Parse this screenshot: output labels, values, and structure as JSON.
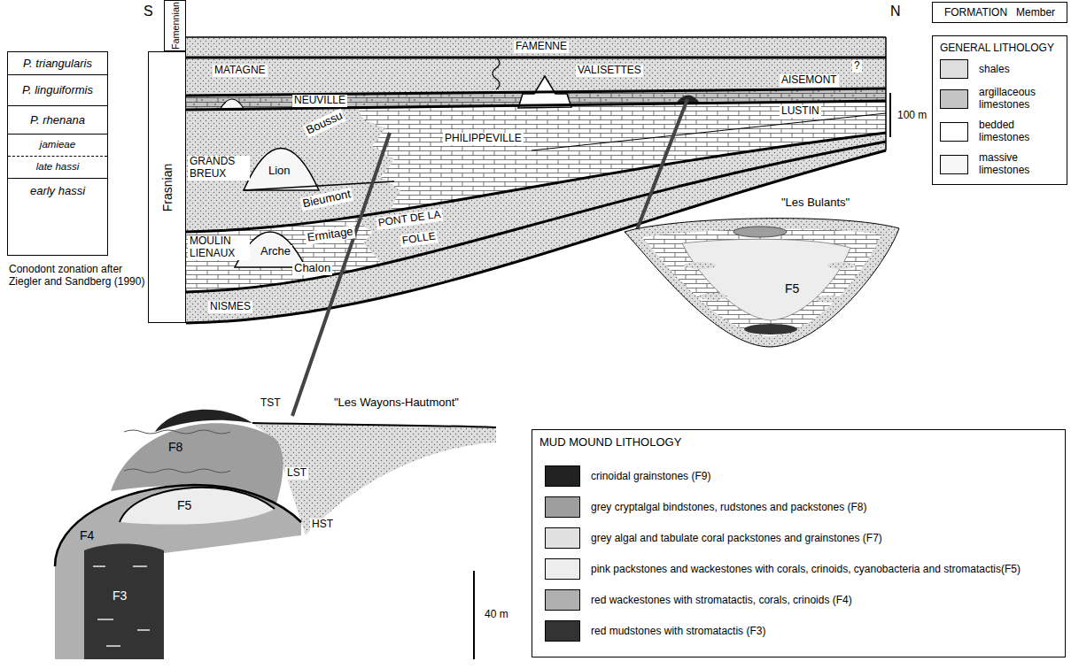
{
  "diagram": {
    "nodes": [
      {
        "text": [
          "P. triangularis"
        ]
      },
      {
        "text": [
          "P. linguiformis"
        ]
      },
      {
        "text": [
          "P. rhenana"
        ]
      },
      {
        "text": [
          "jamieae",
          "late hassi"
        ]
      },
      {
        "text": [
          "early hassi"
        ]
      },
      {
        "text": [
          "Famennian"
        ]
      },
      {
        "text": [
          "Frasnian"
        ]
      },
      {
        "text": [
          "FORMATION",
          "Member"
        ]
      },
      {
        "text": [
          "GENERAL LITHOLOGY"
        ]
      },
      {
        "text": [
          "MUD MOUND LITHOLOGY"
        ]
      }
    ],
    "labels": [
      "S",
      "N",
      "FAMENNE",
      "MATAGNE",
      "VALISETTES",
      "?",
      "AISEMONT",
      "NEUVILLE",
      "Boussu",
      "Lion",
      "GRANDS BREUX",
      "PHILIPPEVILLE",
      "LUSTIN",
      "Bieumont",
      "Ermitage",
      "Arche",
      "MOULIN LIENAUX",
      "PONT DE LA",
      "Chalon",
      "FOLLE",
      "NISMES",
      "100 m",
      "Conodont zonation after Ziegler and Sandberg (1990)",
      "\"Les Bulants\"",
      "F5",
      "\"Les Wayons-Hautmont\"",
      "TST",
      "F8",
      "LST",
      "F5",
      "HST",
      "F4",
      "F3",
      "40 m"
    ],
    "legend": [
      {
        "text": "shales",
        "color": "#dedede"
      },
      {
        "text": "argillaceous limestones",
        "color": "#c4c4c4"
      },
      {
        "text": "bedded limestones",
        "color": "#ffffff"
      },
      {
        "text": "massive limestones",
        "color": "#f7f7f7"
      },
      {
        "text": "crinoidal grainstones (F9)",
        "color": "#222222"
      },
      {
        "text": "grey cryptalgal bindstones, rudstones and packstones (F8)",
        "color": "#9e9e9e"
      },
      {
        "text": "grey algal and tabulate coral packstones and grainstones (F7)",
        "color": "#e0e0e0"
      },
      {
        "text": "pink packstones and wackestones with corals, crinoids, cyanobacteria and stromatactis(F5)",
        "color": "#ededed"
      },
      {
        "text": "red wackestones with stromatactis, corals, crinoids (F4)",
        "color": "#b0b0b0"
      },
      {
        "text": "red mudstones with stromatactis (F3)",
        "color": "#333333"
      }
    ]
  }
}
